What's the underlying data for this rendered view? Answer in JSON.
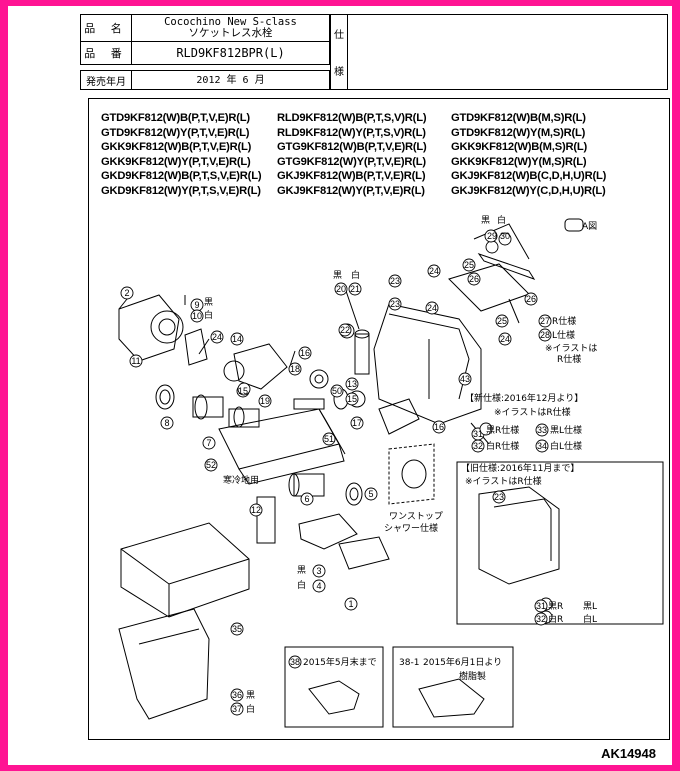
{
  "header": {
    "name_label": "品 名",
    "name_line1": "Cocochino New S-class",
    "name_line2": "ソケットレス水栓",
    "number_label": "品 番",
    "number_value": "RLD9KF812BPR(L)",
    "date_label": "発売年月",
    "date_value": "2012 年 6 月",
    "spec_label": [
      "仕",
      "様"
    ]
  },
  "models": [
    [
      "GTD9KF812(W)B(P,T,V,E)R(L)",
      "GTD9KF812(W)Y(P,T,V,E)R(L)",
      "GKK9KF812(W)B(P,T,V,E)R(L)",
      "GKK9KF812(W)Y(P,T,V,E)R(L)",
      "GKD9KF812(W)B(P,T,S,V,E)R(L)",
      "GKD9KF812(W)Y(P,T,S,V,E)R(L)"
    ],
    [
      "RLD9KF812(W)B(P,T,S,V)R(L)",
      "RLD9KF812(W)Y(P,T,S,V)R(L)",
      "GTG9KF812(W)B(P,T,V,E)R(L)",
      "GTG9KF812(W)Y(P,T,V,E)R(L)",
      "GKJ9KF812(W)B(P,T,V,E)R(L)",
      "GKJ9KF812(W)Y(P,T,V,E)R(L)"
    ],
    [
      "GTD9KF812(W)B(M,S)R(L)",
      "GTD9KF812(W)Y(M,S)R(L)",
      "GKK9KF812(W)B(M,S)R(L)",
      "GKK9KF812(W)Y(M,S)R(L)",
      "GKJ9KF812(W)B(C,D,H,U)R(L)",
      "GKJ9KF812(W)Y(C,D,H,U)R(L)"
    ]
  ],
  "diagram": {
    "fig_a": "A図",
    "black": "黒",
    "white": "白",
    "r_spec": "R仕様",
    "l_spec": "L仕様",
    "illus_r": "※イラストは",
    "illus_r2": "R仕様",
    "new_spec": "【新仕様:2016年12月より】",
    "new_illus": "※イラストはR仕様",
    "black_r": "黒R仕様",
    "black_l": "黒L仕様",
    "white_r": "白R仕様",
    "white_l": "白L仕様",
    "old_spec": "【旧仕様:2016年11月まで】",
    "old_illus": "※イラストはR仕様",
    "cold": "寒冷地用",
    "one_touch": "ワンストップ",
    "shower": "シャワー仕様",
    "b_r": "黒R",
    "b_l": "黒L",
    "w_r": "白R",
    "w_l": "白L",
    "until": "2015年5月末まで",
    "from": "2015年6月1日より",
    "resin": "樹脂製",
    "n38_1": "38-1"
  },
  "code": "AK14948"
}
